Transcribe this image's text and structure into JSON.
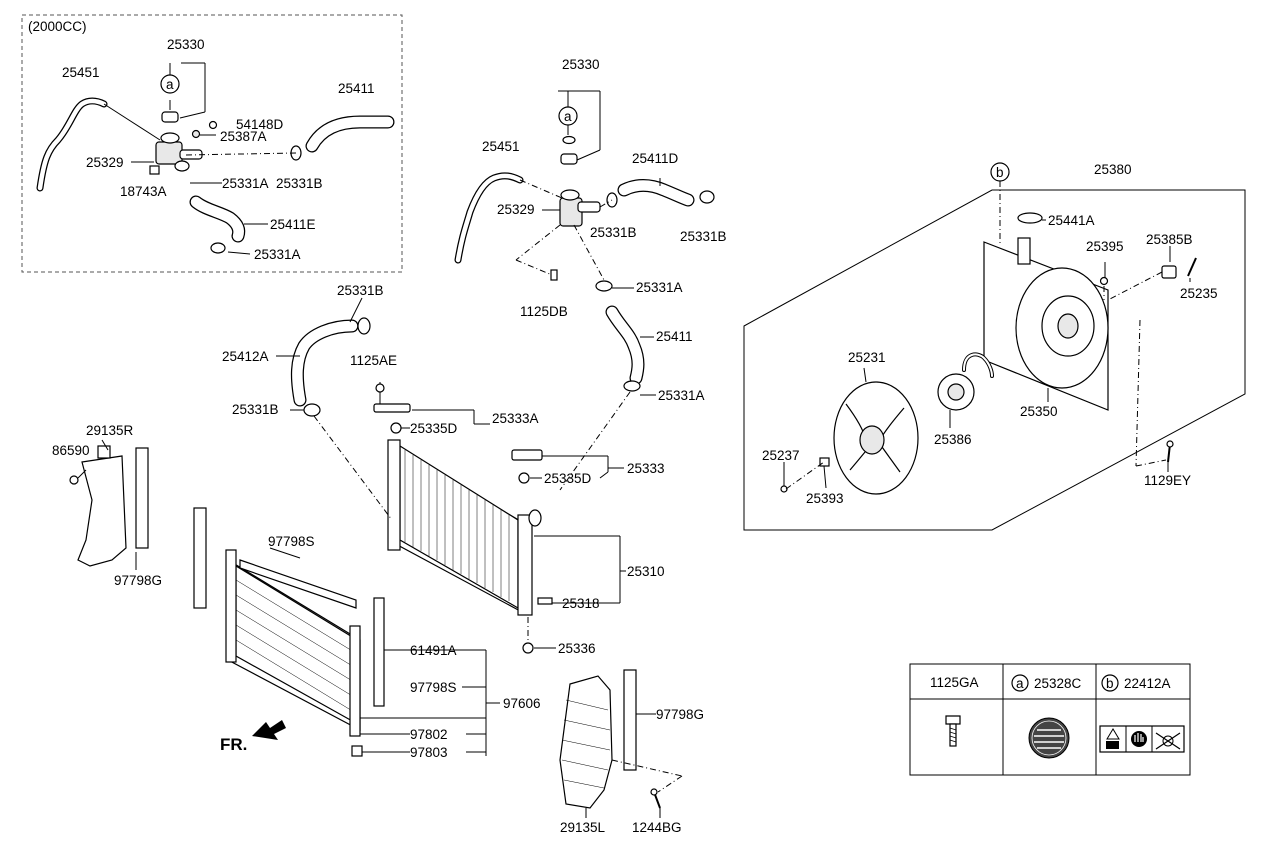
{
  "diagram": {
    "variant_label": "(2000CC)",
    "front_marker": "FR.",
    "callouts": {
      "a": "a",
      "b": "b"
    },
    "labels": {
      "p25330_top": "25330",
      "p25451_top": "25451",
      "p54148D": "54148D",
      "p25387A": "25387A",
      "p25411_top": "25411",
      "p25329_top": "25329",
      "p25331A_top": "25331A",
      "p25331B_top": "25331B",
      "p18743A": "18743A",
      "p25411E": "25411E",
      "p25331A_box": "25331A",
      "p25330_mid": "25330",
      "p25451_mid": "25451",
      "p25411D": "25411D",
      "p25329_mid": "25329",
      "p25331B_mid1": "25331B",
      "p25331B_mid2": "25331B",
      "p1125DB": "1125DB",
      "p25331A_mid": "25331A",
      "p25411_mid": "25411",
      "p25331A_rad": "25331A",
      "p25331B_upper": "25331B",
      "p25412A": "25412A",
      "p1125AE": "1125AE",
      "p25331B_lower": "25331B",
      "p25333A": "25333A",
      "p25335D_1": "25335D",
      "p25333": "25333",
      "p25335D_2": "25335D",
      "p25310": "25310",
      "p25318": "25318",
      "p25336": "25336",
      "p29135R": "29135R",
      "p86590": "86590",
      "p97798G_left": "97798G",
      "p97798S_top": "97798S",
      "p61491A": "61491A",
      "p97798S_mid": "97798S",
      "p97606": "97606",
      "p97802": "97802",
      "p97803": "97803",
      "p97798G_right": "97798G",
      "p29135L": "29135L",
      "p1244BG": "1244BG",
      "p25380": "25380",
      "p25441A": "25441A",
      "p25395": "25395",
      "p25385B": "25385B",
      "p25235": "25235",
      "p25231": "25231",
      "p25350": "25350",
      "p25386": "25386",
      "p25237": "25237",
      "p25393": "25393",
      "p1129EY": "1129EY"
    },
    "legend": {
      "col1_header": "1125GA",
      "col2_letter": "a",
      "col2_header": "25328C",
      "col3_letter": "b",
      "col3_header": "22412A"
    }
  }
}
